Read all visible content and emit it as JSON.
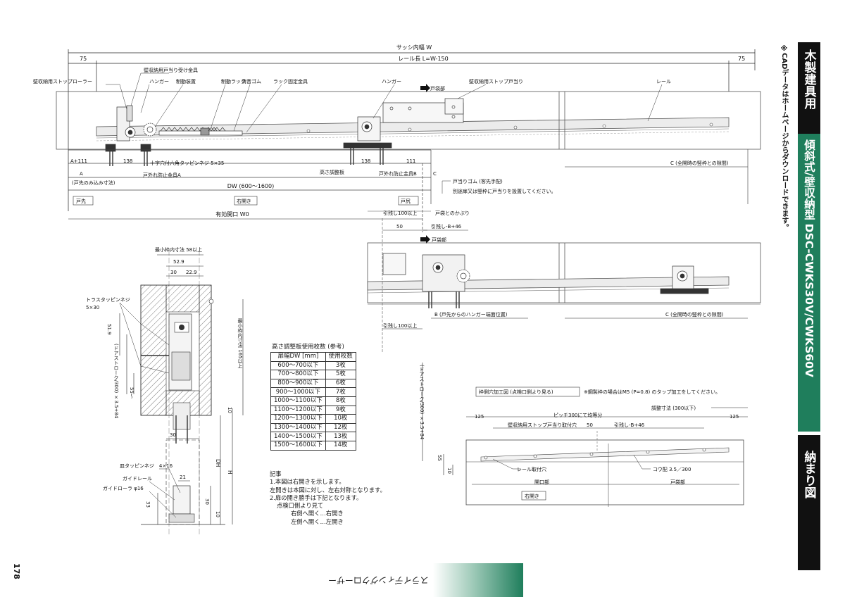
{
  "side_tabs": {
    "category": "木製建具用",
    "subtitle": "傾斜式/壁収納型 DSC-CWKS30V/CWKS60V",
    "section": "納まり図",
    "download_note": "※CADデータはホームページからダウンロードできます。"
  },
  "page_number": "178",
  "footer_title": "スライディングクローザー",
  "top_view": {
    "sash_width": "サッシ内幅 W",
    "rail_length": "レール長 L=W-150",
    "left_margin": "75",
    "right_margin": "75",
    "labels": {
      "stop_receiver": "壁収納用戸当り受け金具",
      "stopper_roller": "壁収納用ストップローラー",
      "hanger_left": "ハンガー",
      "brake": "制動装置",
      "brake_rack": "制動ラック",
      "silencer": "消音ゴム",
      "rack_fix": "ラック固定金具",
      "hanger_mid": "ハンガー",
      "pocket_dir": "戸袋部",
      "stop_stopper": "壁収納用ストップ戸当り",
      "rail": "レール",
      "cross_screw": "十字穴付六角タッピンネジ 5×35",
      "anti_fall_a": "戸外れ防止金具A",
      "anti_fall_b": "戸外れ防止金具B",
      "height_plate": "高さ調整板",
      "a_plus": "A+111",
      "dim_138a": "138",
      "dim_138b": "138",
      "dim_111": "111",
      "a_label": "A",
      "a_note": "(戸先のみ込み寸法)",
      "dw": "DW (600～1600)",
      "door_tip": "戸先",
      "right_open": "右開き",
      "door_back": "戸尻",
      "c_label": "C",
      "c_note": "C (全開時の竪枠との隙間)",
      "stop_rubber": "戸当りゴム (客先手配)",
      "stop_note": "別途扉又は竪枠に戸当りを設置してください。",
      "effective_opening": "有効開口 W0",
      "pull_margin": "引残し100以上",
      "overlap": "戸袋とのかぶり",
      "dim_50": "50",
      "pull_b46": "引残し-B+46",
      "pocket_dir2": "戸袋部",
      "b_note": "B (戸先からのハンガー端面位置)",
      "c_note2": "C (全開時の竪枠との隙間)",
      "pull_margin2": "引残し100以上"
    }
  },
  "section_view": {
    "min_frame_width": "最小枠内寸法 58以上",
    "dim_529": "52.9",
    "dim_30": "30",
    "dim_229": "22.9",
    "truss_screw": "トラスタッピンネジ",
    "truss_size": "5×30",
    "dim_519": "51.9",
    "door_stroke": "(ドアストローク/300) ×3.5+84",
    "dim_55": "55～",
    "min_frame_height": "最小枠内寸法 165以上",
    "dim_10": "10",
    "dim_30b": "30",
    "dh": "DH",
    "h": "H",
    "flat_screw": "皿タッピンネジ　4×16",
    "guide_rail": "ガイドレール",
    "guide_roller": "ガイドローラ φ16",
    "dim_21": "21",
    "dim_33": "33",
    "dim_30c": "30",
    "dim_10b": "10"
  },
  "shim_table": {
    "title": "高さ調整板使用枚数 (参考)",
    "headers": [
      "扉幅DW [mm]",
      "使用枚数"
    ],
    "rows": [
      [
        "600～700以下",
        "3枚"
      ],
      [
        "700～800以下",
        "5枚"
      ],
      [
        "800～900以下",
        "6枚"
      ],
      [
        "900～1000以下",
        "7枚"
      ],
      [
        "1000～1100以下",
        "8枚"
      ],
      [
        "1100～1200以下",
        "9枚"
      ],
      [
        "1200～1300以下",
        "10枚"
      ],
      [
        "1300～1400以下",
        "12枚"
      ],
      [
        "1400～1500以下",
        "13枚"
      ],
      [
        "1500～1600以下",
        "14枚"
      ]
    ]
  },
  "notes": {
    "heading": "記事",
    "lines": [
      "1.本図は右開きを示します。",
      "左開きは本図に対し、左右対称となります。",
      "2.扉の開き勝手は下記となります。",
      "点検口側より見て",
      "右側へ開く…右開き",
      "左側へ開く…左開き"
    ]
  },
  "frame_drawing": {
    "title": "枠側穴加工図 (点検口側より見る)",
    "steel_note": "※鋼製枠の場合はM5 (P=0.8) のタップ加工をしてください。",
    "door_stroke": "(ドアストローク/300) ×3.5+84",
    "adjust_dim": "調整寸法 (300以下)",
    "dim_125a": "125",
    "dim_125b": "125",
    "pitch": "ピッチ300にて均等分",
    "stop_mount": "壁収納用ストップ戸当り取付穴",
    "dim_50": "50",
    "pull_b46": "引残し-B+46",
    "dim_55": "55",
    "dim_10": "10",
    "rail_hole": "レール取付穴",
    "slope": "コウ配 3.5／300",
    "opening": "開口部",
    "pocket": "戸袋部",
    "right_open": "右開き"
  }
}
